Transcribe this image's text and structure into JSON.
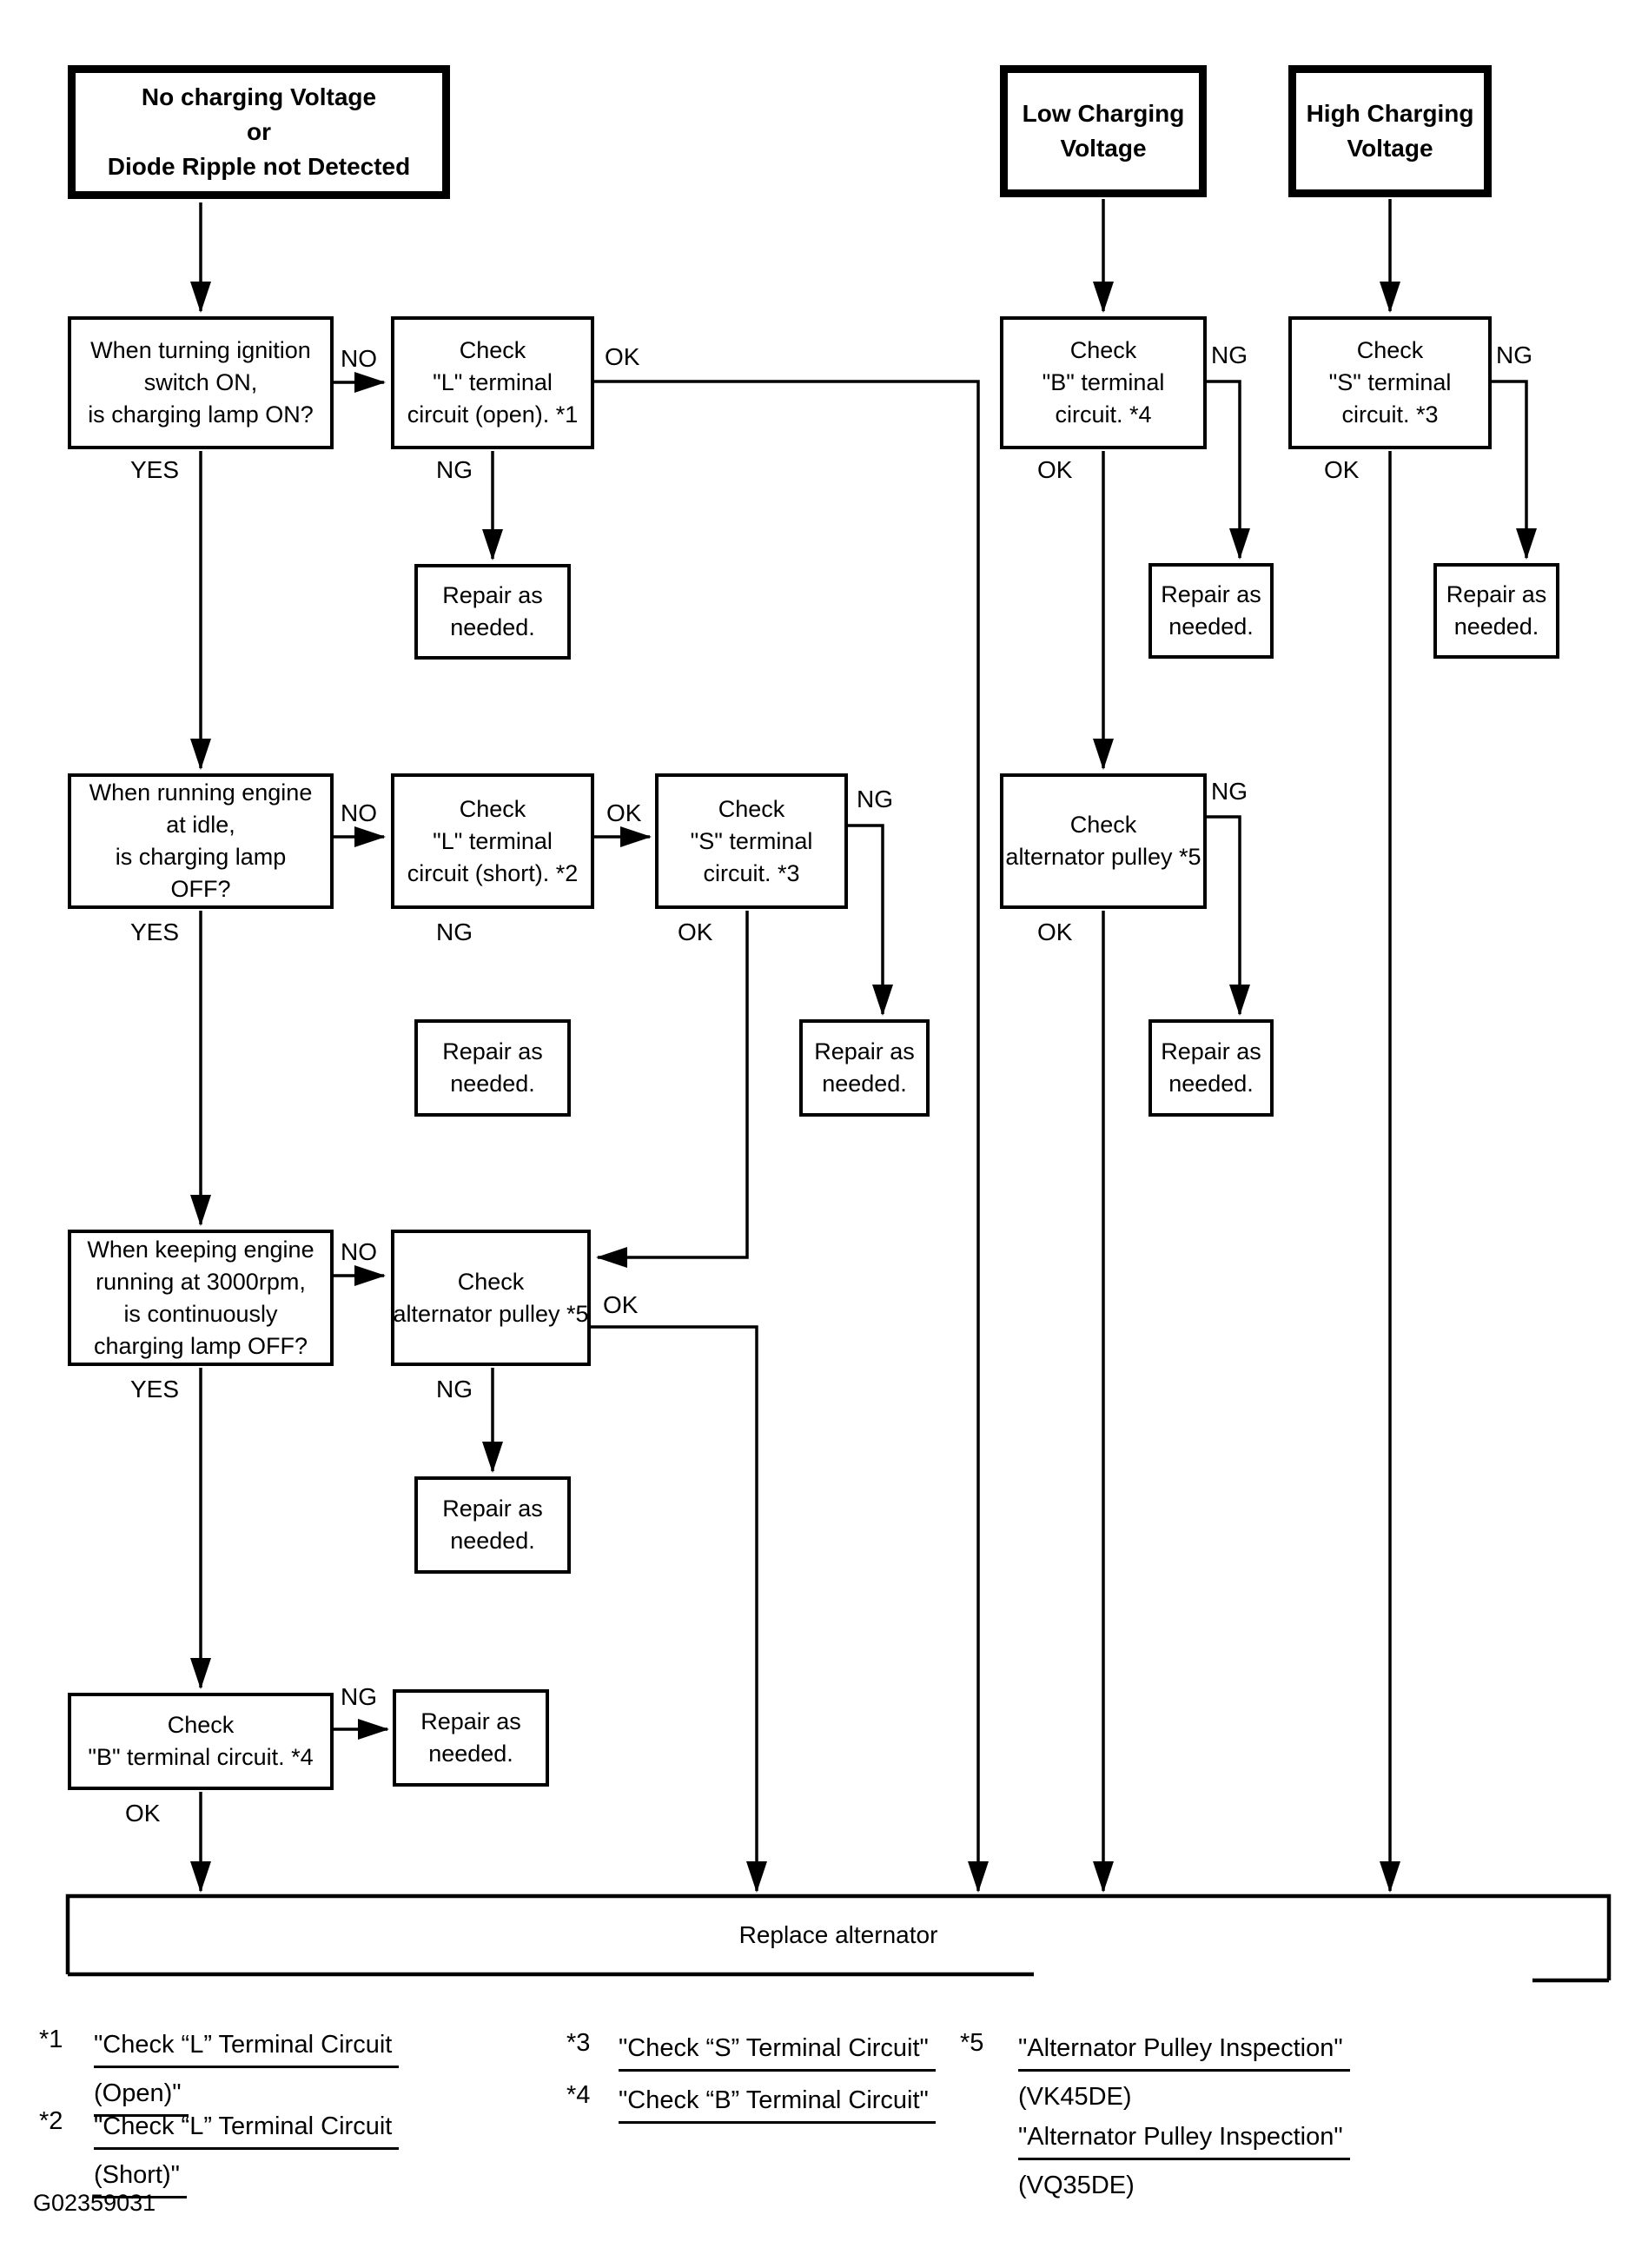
{
  "nodes": {
    "start_no_charge": {
      "lines": [
        "No charging Voltage",
        "or",
        "Diode Ripple not Detected"
      ]
    },
    "start_low": {
      "lines": [
        "Low Charging",
        "Voltage"
      ]
    },
    "start_high": {
      "lines": [
        "High Charging",
        "Voltage"
      ]
    },
    "q1": {
      "lines": [
        "When turning ignition",
        "switch ON,",
        "is charging lamp ON?"
      ]
    },
    "chk_l_open": {
      "lines": [
        "Check",
        "\"L\" terminal",
        "circuit (open). *1"
      ]
    },
    "chk_b_low": {
      "lines": [
        "Check",
        "\"B\" terminal",
        "circuit. *4"
      ]
    },
    "chk_s_high": {
      "lines": [
        "Check",
        "\"S\" terminal",
        "circuit. *3"
      ]
    },
    "q2": {
      "lines": [
        "When running engine",
        "at idle,",
        "is charging lamp",
        "OFF?"
      ]
    },
    "chk_l_short": {
      "lines": [
        "Check",
        "\"L\" terminal",
        "circuit (short). *2"
      ]
    },
    "chk_s_mid": {
      "lines": [
        "Check",
        "\"S\" terminal",
        "circuit. *3"
      ]
    },
    "chk_pulley_low": {
      "lines": [
        "Check",
        "alternator pulley *5"
      ]
    },
    "q3": {
      "lines": [
        "When keeping engine",
        "running at 3000rpm,",
        "is continuously",
        "charging lamp OFF?"
      ]
    },
    "chk_pulley_main": {
      "lines": [
        "Check",
        "alternator pulley *5"
      ]
    },
    "q4": {
      "lines": [
        "Check",
        "\"B\" terminal circuit. *4"
      ]
    }
  },
  "repair_box": {
    "lines": [
      "Repair as",
      "needed."
    ]
  },
  "bar": {
    "label": "Replace alternator"
  },
  "labels": {
    "q1_no": "NO",
    "q1_yes": "YES",
    "lopen_ok": "OK",
    "lopen_ng": "NG",
    "blow_ng": "NG",
    "blow_ok": "OK",
    "shigh_ng": "NG",
    "shigh_ok": "OK",
    "q2_no": "NO",
    "q2_yes": "YES",
    "lshort_ok": "OK",
    "lshort_ng": "NG",
    "smid_ng": "NG",
    "smid_ok": "OK",
    "plow_ng": "NG",
    "plow_ok": "OK",
    "q3_no": "NO",
    "q3_yes": "YES",
    "pmain_ok": "OK",
    "pmain_ng": "NG",
    "q4_ng": "NG",
    "q4_ok": "OK"
  },
  "footnotes": {
    "fn1": {
      "marker": "*1",
      "link_line1": "\"Check “L” Terminal Circuit",
      "link_line2": "(Open)\""
    },
    "fn2": {
      "marker": "*2",
      "link_line1": "\"Check “L” Terminal Circuit",
      "link_line2": "(Short)\""
    },
    "fn3": {
      "marker": "*3",
      "link": "\"Check “S” Terminal Circuit\""
    },
    "fn4": {
      "marker": "*4",
      "link": "\"Check “B” Terminal Circuit\""
    },
    "fn5": {
      "marker": "*5",
      "link_a": "\"Alternator Pulley Inspection\"",
      "plain_a": "(VK45DE)",
      "link_b": "\"Alternator Pulley Inspection\"",
      "plain_b": "(VQ35DE)"
    }
  },
  "figure_code": "G02359031",
  "colors": {
    "ink": "#000000",
    "paper": "#ffffff"
  }
}
